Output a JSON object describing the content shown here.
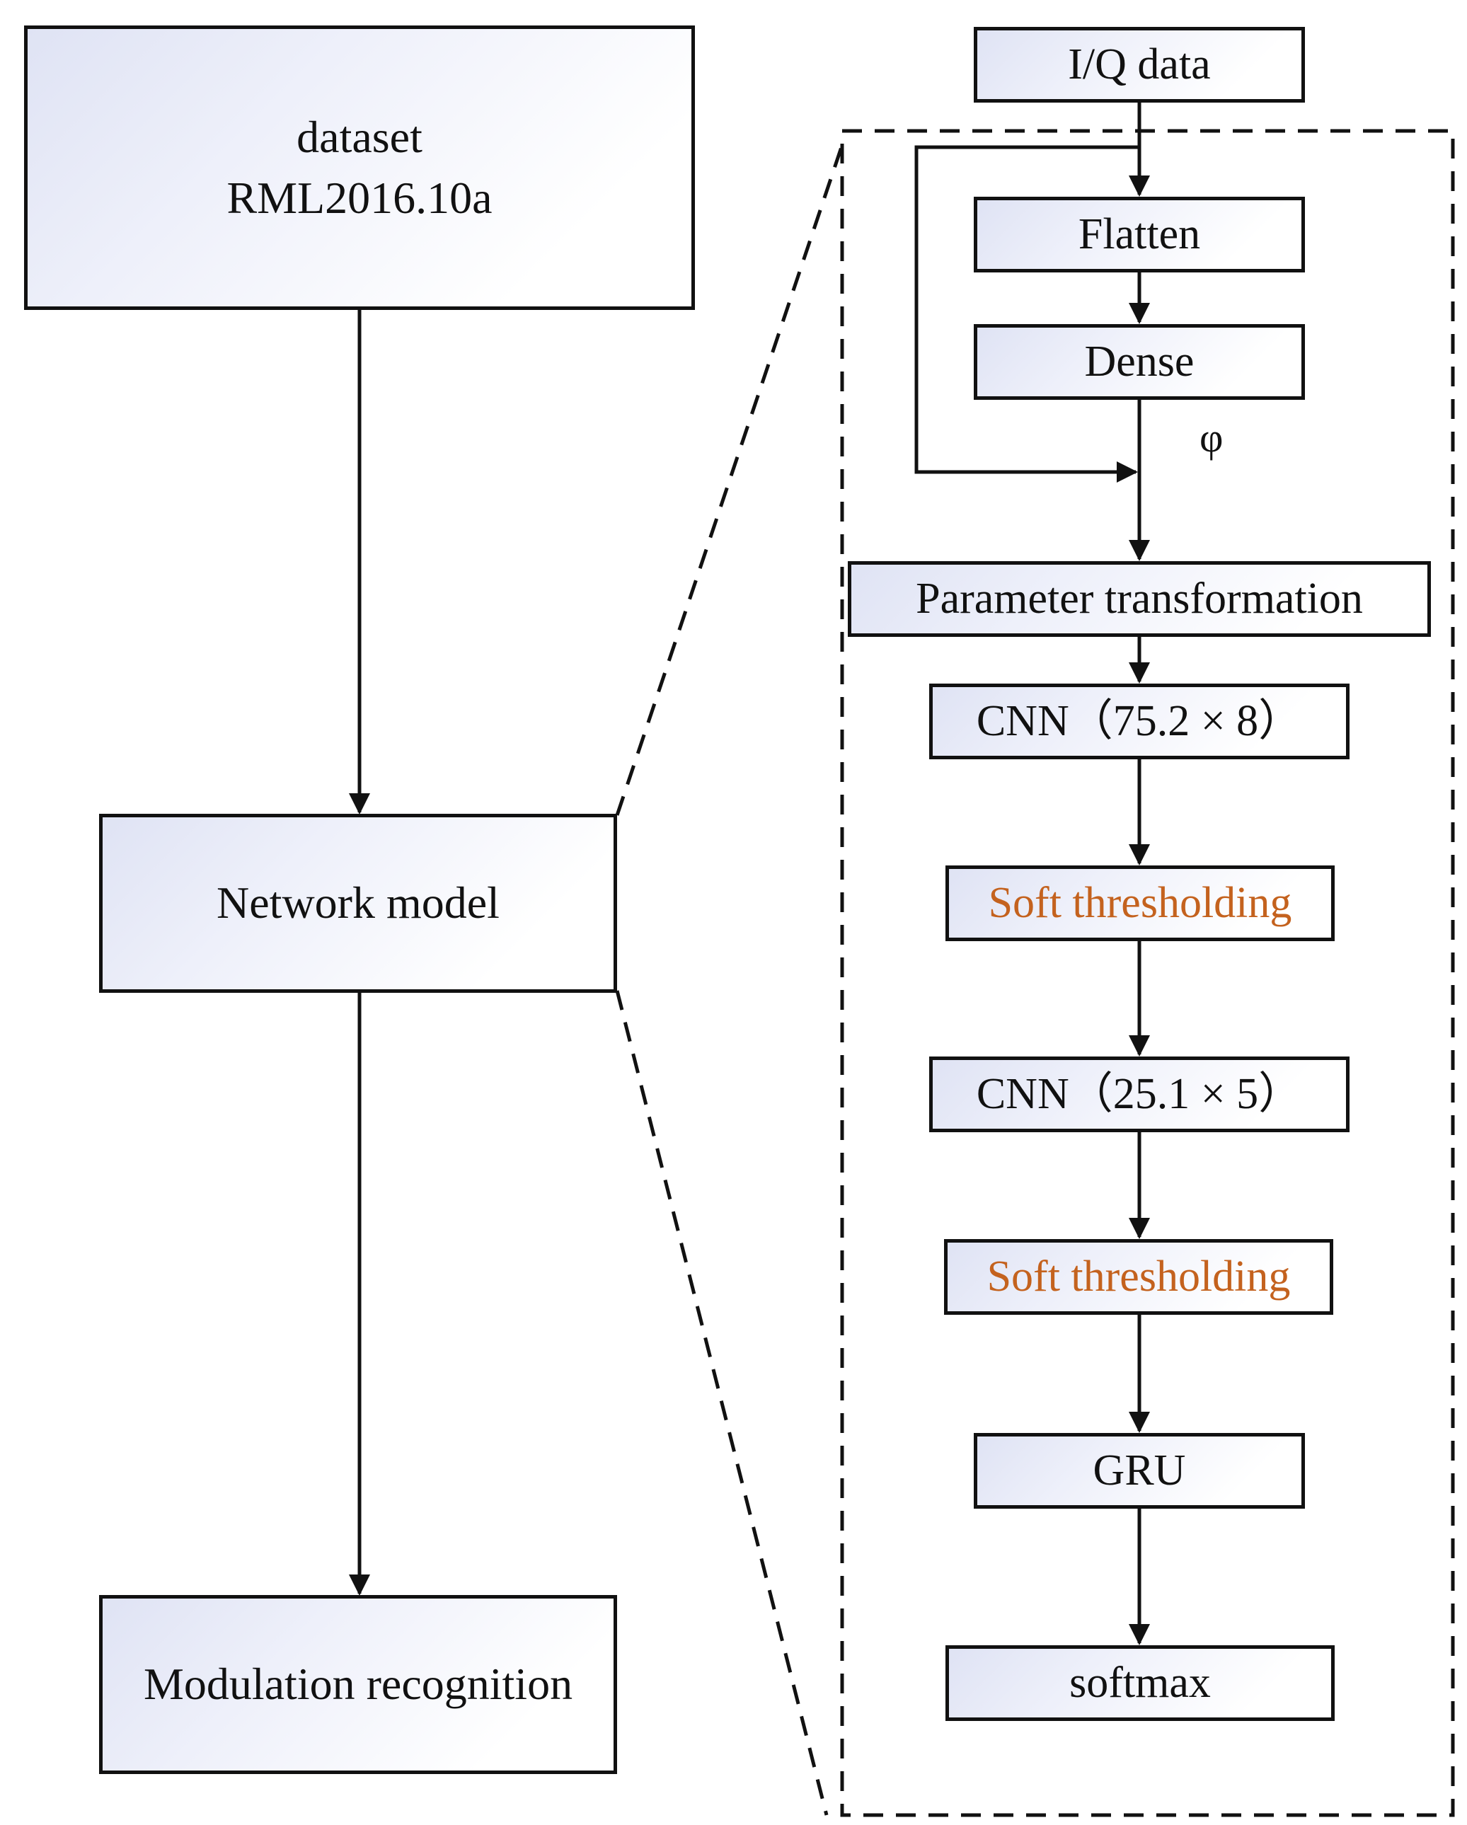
{
  "left_flow": {
    "dataset": {
      "line1": "dataset",
      "line2": "RML2016.10a"
    },
    "network_model": "Network model",
    "modulation_recognition": "Modulation recognition"
  },
  "right_flow": {
    "iq_data": "I/Q data",
    "flatten": "Flatten",
    "dense": "Dense",
    "phi_label": "φ",
    "parameter_transformation": "Parameter transformation",
    "cnn1": "CNN（75.2 × 8）",
    "soft_thresholding_1": "Soft thresholding",
    "cnn2": "CNN（25.1 × 5）",
    "soft_thresholding_2": "Soft thresholding",
    "gru": "GRU",
    "softmax": "softmax"
  },
  "colors": {
    "accent_text": "#c4621e",
    "line": "#111111",
    "box_gradient_start": "#dfe3f4"
  }
}
